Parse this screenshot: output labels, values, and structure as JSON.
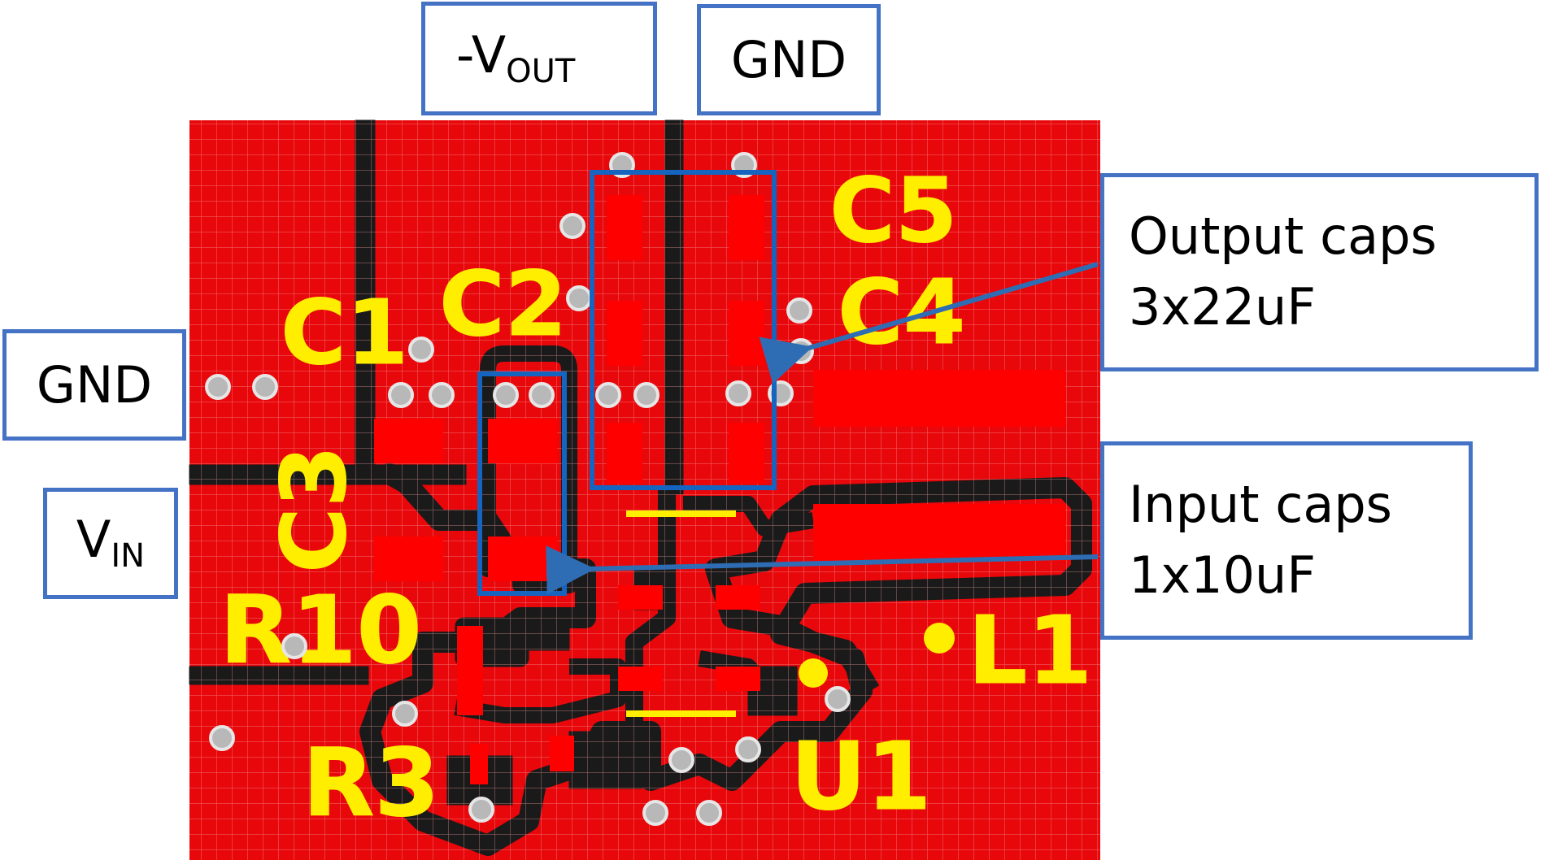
{
  "labels": {
    "vout_prefix": "-V",
    "vout_sub": "OUT",
    "gnd_top": "GND",
    "gnd_left": "GND",
    "vin_main": "V",
    "vin_sub": "IN",
    "output_caps_line1": "Output caps",
    "output_caps_line2": "3x22uF",
    "input_caps_line1": "Input caps",
    "input_caps_line2": "1x10uF"
  },
  "designators": {
    "c1": "C1",
    "c2": "C2",
    "c3": "C3",
    "c4": "C4",
    "c5": "C5",
    "r10": "R10",
    "r3": "R3",
    "u1": "U1",
    "l1": "L1"
  },
  "colors": {
    "copper": "#e8070b",
    "pad": "#ff0000",
    "silkscreen": "#ffee00",
    "trace_gap": "#1a1a1a",
    "via": "#b8b8b8",
    "callout_border": "#4472c4",
    "arrow": "#2e6db4"
  }
}
